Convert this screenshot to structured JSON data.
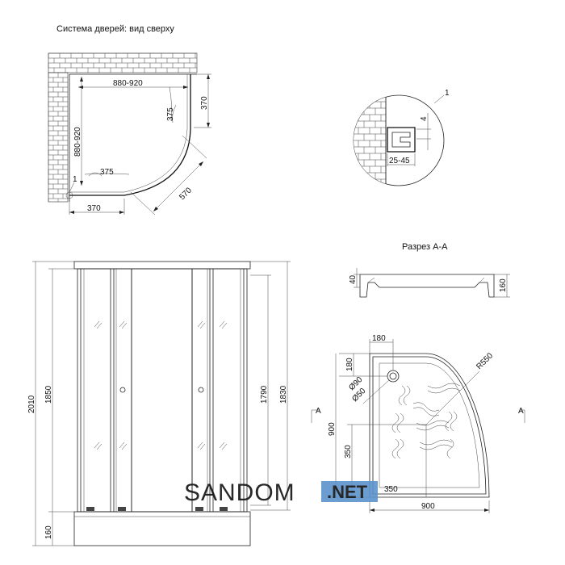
{
  "top_view": {
    "title": "Система дверей: вид сверху",
    "dim_width": "880-920",
    "dim_height": "880-920",
    "dim_door_right_vertical": "370",
    "dim_door_bottom_horizontal": "370",
    "dim_arc_right": "375",
    "dim_arc_bottom": "375",
    "dim_diagonal": "570",
    "callout": "1"
  },
  "detail": {
    "callout": "1",
    "dim_4": "4",
    "dim_width": "25-45"
  },
  "front_view": {
    "dim_total": "2010",
    "dim_inner": "1850",
    "dim_base": "160",
    "dim_door": "1790",
    "dim_right": "1830"
  },
  "section": {
    "title": "Разрез А-А",
    "dim_left": "40",
    "dim_right": "160"
  },
  "tray": {
    "dim_top": "180",
    "dim_left_top": "180",
    "dim_radius": "R550",
    "dim_d90": "Ø90",
    "dim_d50": "Ø50",
    "dim_side": "900",
    "dim_350_v": "350",
    "dim_350_h": "350",
    "dim_bottom": "900",
    "marker_left": "A",
    "marker_right": "A"
  },
  "watermark": {
    "text_main": "SANDOM",
    "text_badge": ".NET",
    "color_main": "#6fa3d6",
    "color_badge_bg": "#5b93cc",
    "color_badge_text": "#ffffff"
  }
}
